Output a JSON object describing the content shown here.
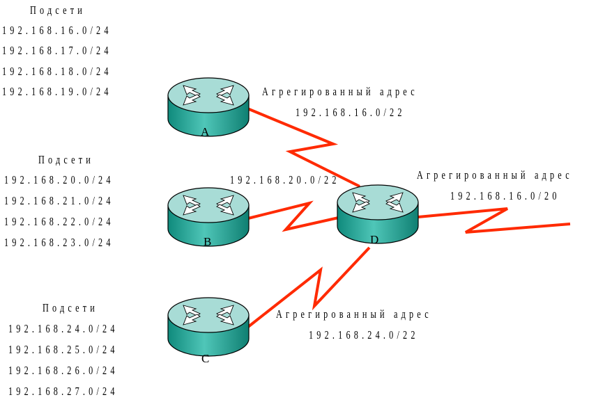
{
  "subnet_groups": [
    {
      "title": "Подсети",
      "subnets": [
        "192.168.16.0/24",
        "192.168.17.0/24",
        "192.168.18.0/24",
        "192.168.19.0/24"
      ]
    },
    {
      "title": "Подсети",
      "subnets": [
        "192.168.20.0/24",
        "192.168.21.0/24",
        "192.168.22.0/24",
        "192.168.23.0/24"
      ]
    },
    {
      "title": "Подсети",
      "subnets": [
        "192.168.24.0/24",
        "192.168.25.0/24",
        "192.168.26.0/24",
        "192.168.27.0/24"
      ]
    }
  ],
  "routers": {
    "a": "A",
    "b": "B",
    "c": "C",
    "d": "D"
  },
  "aggregates": {
    "a": {
      "label": "Агрегированный адрес",
      "address": "192.168.16.0/22"
    },
    "b": {
      "address": "192.168.20.0/22"
    },
    "c": {
      "label": "Агрегированный адрес",
      "address": "192.168.24.0/22"
    },
    "d": {
      "label": "Агрегированный адрес",
      "address": "192.168.16.0/20"
    }
  },
  "colors": {
    "link": "#ff2a00",
    "router_top": "#9ed8d2",
    "router_side": "#159a8c",
    "arrow": "#ffffff"
  }
}
